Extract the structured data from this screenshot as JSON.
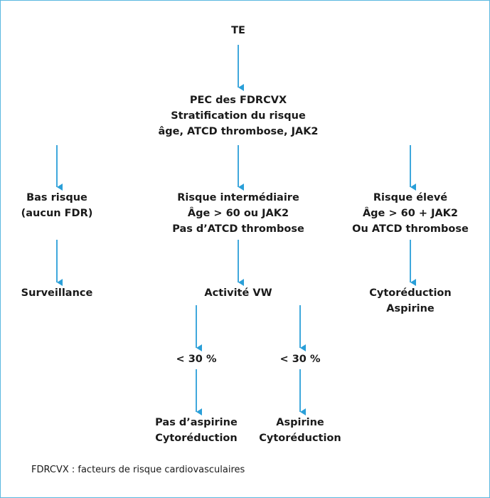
{
  "nodes": {
    "te": [
      "TE"
    ],
    "pec": [
      "PEC des FDRCVX",
      "Stratification du risque",
      "âge, ATCD thrombose, JAK2"
    ],
    "low": [
      "Bas risque",
      "(aucun FDR)"
    ],
    "mid": [
      "Risque intermédiaire",
      "Âge > 60 ou JAK2",
      "Pas d’ATCD thrombose"
    ],
    "high": [
      "Risque élevé",
      "Âge > 60 + JAK2",
      "Ou ATCD thrombose"
    ],
    "surv": [
      "Surveillance"
    ],
    "vw": [
      "Activité VW"
    ],
    "cyto_high": [
      "Cytoréduction",
      "Aspirine"
    ],
    "lt30_left": [
      "< 30 %"
    ],
    "lt30_right": [
      "< 30 %"
    ],
    "no_asp": [
      "Pas d’aspirine",
      "Cytoréduction"
    ],
    "asp": [
      "Aspirine",
      "Cytoréduction"
    ]
  },
  "footnote": "FDRCVX : facteurs de risque cardiovasculaires",
  "colors": {
    "arrow": "#2a9fd8",
    "border": "#5ab8e0",
    "text": "#1a1a1a"
  }
}
